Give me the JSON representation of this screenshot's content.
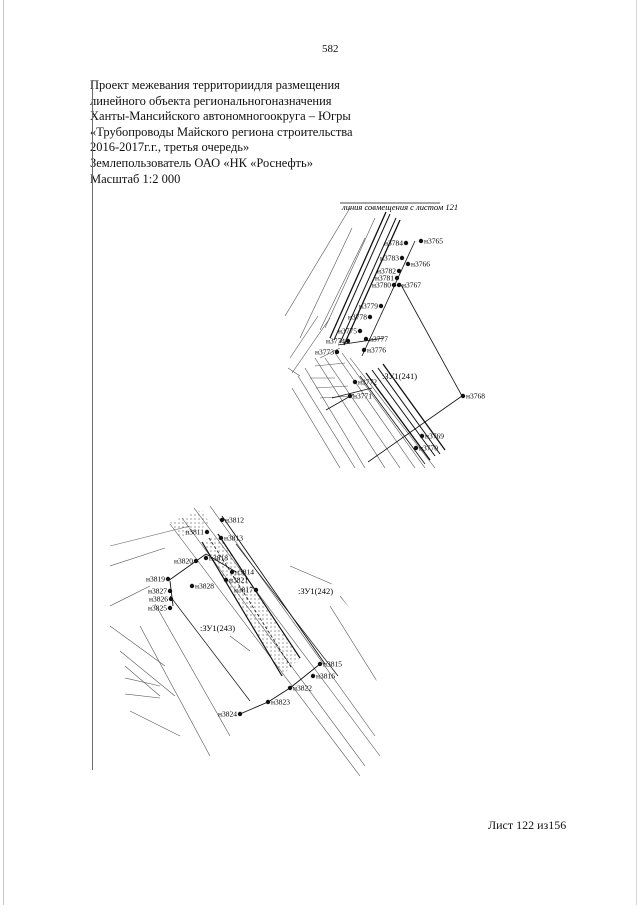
{
  "page": {
    "number": "582",
    "header_lines": [
      "Проект межевания территориидля размещения",
      "линейного объекта региональногоназначения",
      "Ханты-Мансийского автономногоокруга – Югры",
      "«Трубопроводы Майского региона строительства",
      "2016-2017г.г., третья очередь»",
      "Землепользователь ОАО «НК «Роснефть»",
      "Масштаб 1:2 000"
    ],
    "sheet_label": "Лист 122 из156"
  },
  "map_top": {
    "match_line_label": "линия совмещения с листом 121",
    "parcel_label": ":ЗУ1(241)",
    "points": [
      {
        "id": "н3765",
        "label": "н3765"
      },
      {
        "id": "н3766",
        "label": "н3766"
      },
      {
        "id": "н3767",
        "label": "н3767"
      },
      {
        "id": "н3768",
        "label": "н3768"
      },
      {
        "id": "н3769",
        "label": "н3769"
      },
      {
        "id": "н3770",
        "label": "н3770"
      },
      {
        "id": "н3771",
        "label": "н3771"
      },
      {
        "id": "н3772",
        "label": "н3772"
      },
      {
        "id": "н3773",
        "label": "н3773"
      },
      {
        "id": "н3774",
        "label": "н3774"
      },
      {
        "id": "н3775",
        "label": "н3775"
      },
      {
        "id": "н3776",
        "label": "н3776"
      },
      {
        "id": "н3777",
        "label": "н3777"
      },
      {
        "id": "н3778",
        "label": "н3778"
      },
      {
        "id": "н3779",
        "label": "н3779"
      },
      {
        "id": "н3780",
        "label": "н3780"
      },
      {
        "id": "н3781",
        "label": "н3781"
      },
      {
        "id": "н3782",
        "label": "н3782"
      },
      {
        "id": "н3783",
        "label": "н3783"
      },
      {
        "id": "н3784",
        "label": "н3784"
      }
    ]
  },
  "map_bottom": {
    "parcel_labels": [
      ":ЗУ1(242)",
      ":ЗУ1(243)"
    ],
    "points": [
      {
        "id": "н3812",
        "label": "н3812"
      },
      {
        "id": "н3813",
        "label": "н3813"
      },
      {
        "id": "н3814",
        "label": "н3814"
      },
      {
        "id": "н3815",
        "label": "н3815"
      },
      {
        "id": "н3816",
        "label": "н3816"
      },
      {
        "id": "н3817",
        "label": "н3817"
      },
      {
        "id": "н3818",
        "label": "н3818"
      },
      {
        "id": "н3819",
        "label": "н3819"
      },
      {
        "id": "н3820",
        "label": "н3820"
      },
      {
        "id": "н3821",
        "label": "н3821"
      },
      {
        "id": "н3822",
        "label": "н3822"
      },
      {
        "id": "н3823",
        "label": "н3823"
      },
      {
        "id": "н3824",
        "label": "н3824"
      },
      {
        "id": "н3825",
        "label": "н3825"
      },
      {
        "id": "н3826",
        "label": "н3826"
      },
      {
        "id": "н3827",
        "label": "н3827"
      },
      {
        "id": "н3828",
        "label": "н3828"
      },
      {
        "id": "н3811",
        "label": "н3811"
      }
    ]
  }
}
